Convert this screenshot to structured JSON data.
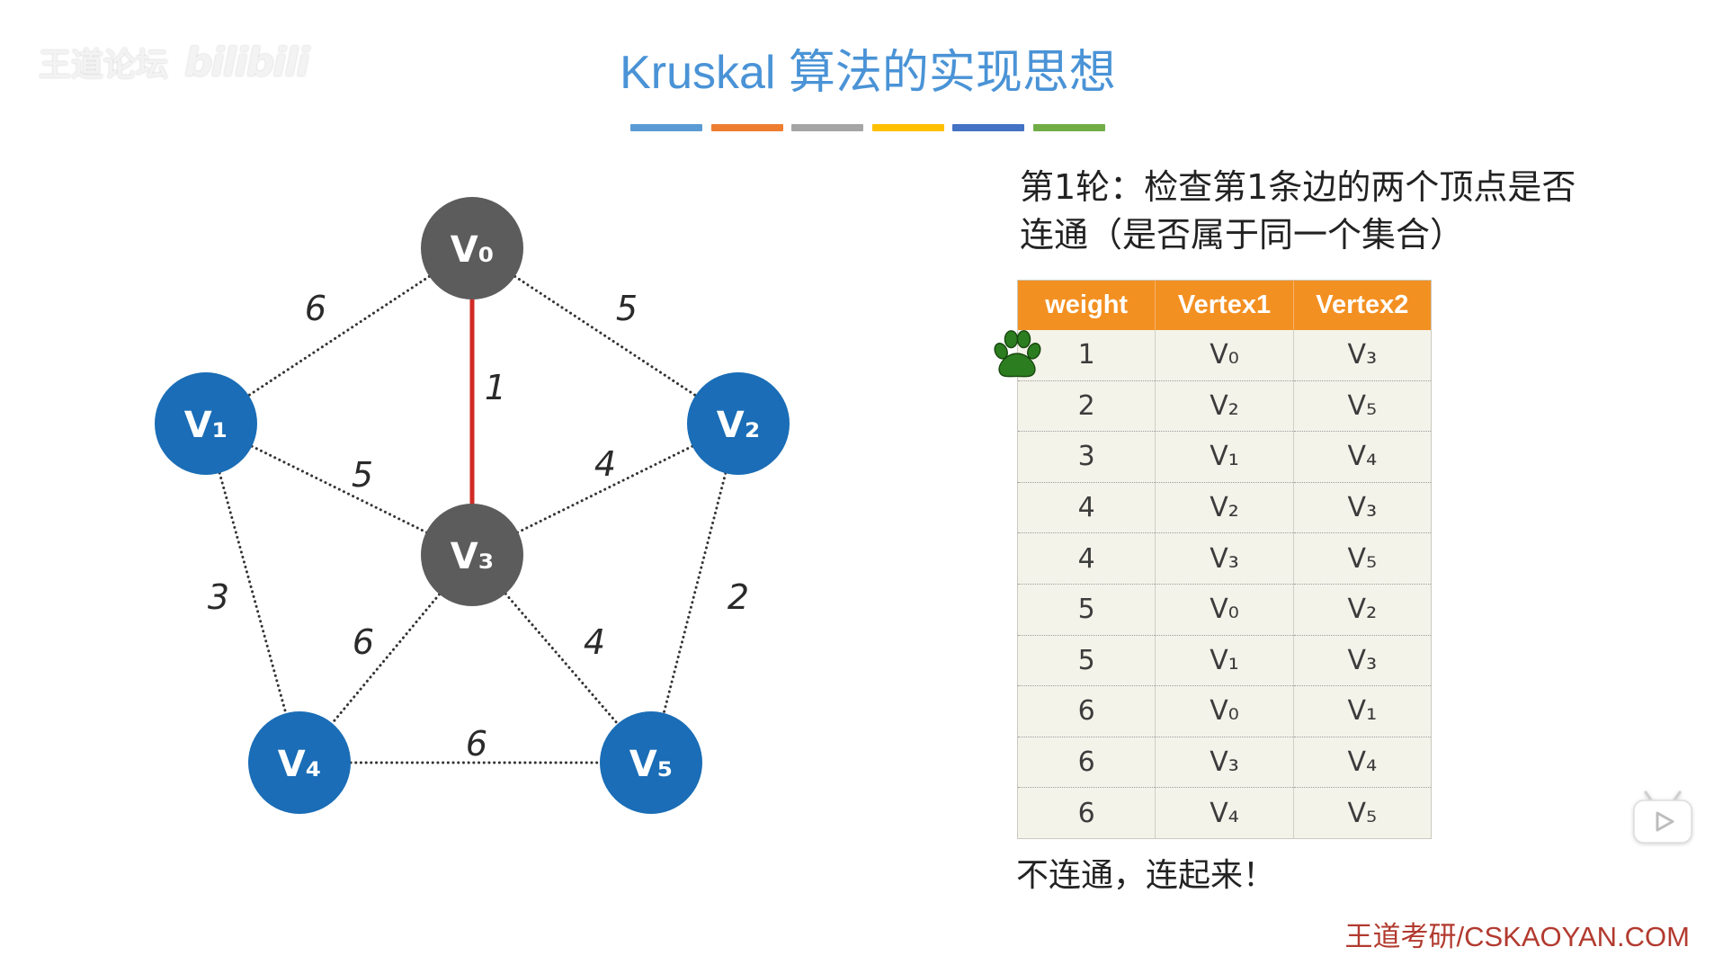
{
  "watermark": {
    "text": "王道论坛",
    "brand": "bilibili"
  },
  "title": "Kruskal 算法的实现思想",
  "accent_colors": [
    "#5b9bd5",
    "#ed7d31",
    "#a5a5a5",
    "#ffc000",
    "#4472c4",
    "#70ad47"
  ],
  "graph": {
    "highlight_color": "#d12b26",
    "nodes": [
      {
        "label": "V₀",
        "color": "#5c5c5c"
      },
      {
        "label": "V₁",
        "color": "#1a6db6"
      },
      {
        "label": "V₂",
        "color": "#1a6db6"
      },
      {
        "label": "V₃",
        "color": "#5c5c5c"
      },
      {
        "label": "V₄",
        "color": "#1a6db6"
      },
      {
        "label": "V₅",
        "color": "#1a6db6"
      }
    ],
    "edges": [
      {
        "from": "V₀",
        "to": "V₁",
        "weight": "6",
        "highlighted": false
      },
      {
        "from": "V₀",
        "to": "V₂",
        "weight": "5",
        "highlighted": false
      },
      {
        "from": "V₀",
        "to": "V₃",
        "weight": "1",
        "highlighted": true
      },
      {
        "from": "V₁",
        "to": "V₃",
        "weight": "5",
        "highlighted": false
      },
      {
        "from": "V₂",
        "to": "V₃",
        "weight": "4",
        "highlighted": false
      },
      {
        "from": "V₁",
        "to": "V₄",
        "weight": "3",
        "highlighted": false
      },
      {
        "from": "V₂",
        "to": "V₅",
        "weight": "2",
        "highlighted": false
      },
      {
        "from": "V₃",
        "to": "V₄",
        "weight": "6",
        "highlighted": false
      },
      {
        "from": "V₃",
        "to": "V₅",
        "weight": "4",
        "highlighted": false
      },
      {
        "from": "V₄",
        "to": "V₅",
        "weight": "6",
        "highlighted": false
      }
    ]
  },
  "instruction": {
    "line1": "第1轮：检查第1条边的两个顶点是否",
    "line2": "连通（是否属于同一个集合）"
  },
  "edge_table": {
    "header_color": "#f39022",
    "headers": [
      "weight",
      "Vertex1",
      "Vertex2"
    ],
    "rows": [
      [
        "1",
        "V₀",
        "V₃"
      ],
      [
        "2",
        "V₂",
        "V₅"
      ],
      [
        "3",
        "V₁",
        "V₄"
      ],
      [
        "4",
        "V₂",
        "V₃"
      ],
      [
        "4",
        "V₃",
        "V₅"
      ],
      [
        "5",
        "V₀",
        "V₂"
      ],
      [
        "5",
        "V₁",
        "V₃"
      ],
      [
        "6",
        "V₀",
        "V₁"
      ],
      [
        "6",
        "V₃",
        "V₄"
      ],
      [
        "6",
        "V₄",
        "V₅"
      ]
    ],
    "current_row": 1
  },
  "result": "不连通，连起来！",
  "footer": "王道考研/CSKAOYAN.COM",
  "icons": {
    "pointer": "paw-icon",
    "player": "play-icon"
  }
}
